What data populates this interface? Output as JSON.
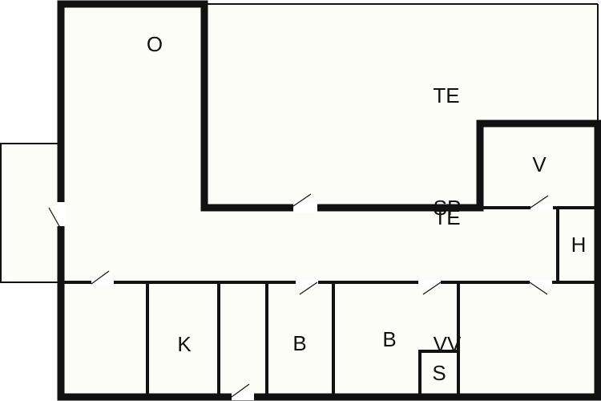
{
  "rooms": {
    "o": "O",
    "te_upper": "TE",
    "te_lower": "TE",
    "sp": "SP",
    "v": "V",
    "h": "H",
    "k": "K",
    "b1": "B",
    "b2": "B",
    "vv": "VV",
    "s": "S"
  }
}
